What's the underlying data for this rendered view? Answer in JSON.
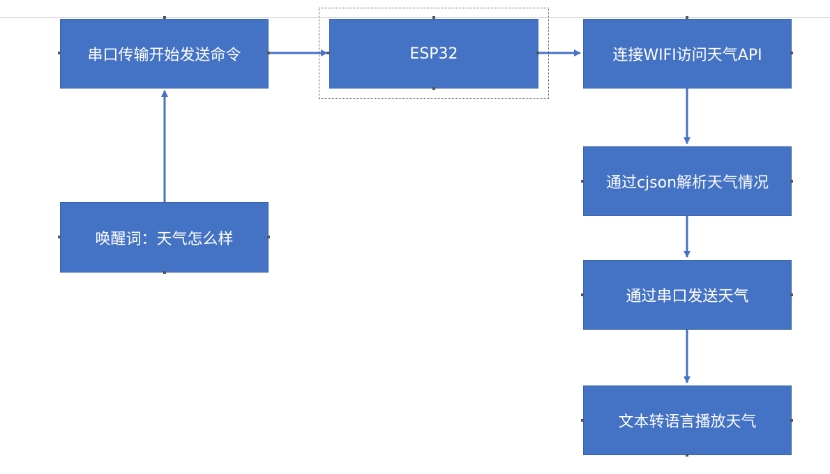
{
  "diagram": {
    "nodes": {
      "serial_send": "串口传输开始发送命令",
      "esp32": "ESP32",
      "connect_wifi": "连接WIFI访问天气API",
      "parse_cjson": "通过cjson解析天气情况",
      "serial_weather": "通过串口发送天气",
      "tts": "文本转语言播放天气",
      "wake_word": "唤醒词：天气怎么样"
    },
    "edges": [
      {
        "from": "wake_word",
        "to": "serial_send"
      },
      {
        "from": "serial_send",
        "to": "esp32"
      },
      {
        "from": "esp32",
        "to": "connect_wifi"
      },
      {
        "from": "connect_wifi",
        "to": "parse_cjson"
      },
      {
        "from": "parse_cjson",
        "to": "serial_weather"
      },
      {
        "from": "serial_weather",
        "to": "tts"
      }
    ],
    "selected_node": "esp32",
    "colors": {
      "node_fill": "#4472c4",
      "node_text": "#ffffff",
      "connector": "#4472c4"
    }
  }
}
